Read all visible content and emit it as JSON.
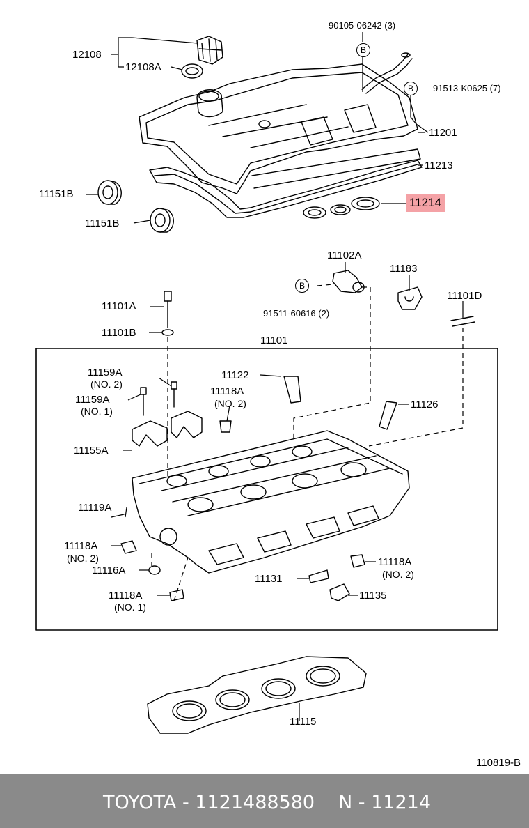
{
  "colors": {
    "highlight": "#f4a2a6",
    "footer_bg": "#8a8a8a",
    "footer_text": "#ffffff"
  },
  "labels": {
    "p90105": "90105-06242 (3)",
    "p12108": "12108",
    "p12108A": "12108A",
    "p91513": "91513-K0625 (7)",
    "p11201": "11201",
    "p11213": "11213",
    "p11214": "11214",
    "p11151B_1": "11151B",
    "p11151B_2": "11151B",
    "p11102A": "11102A",
    "p11183": "11183",
    "p91511": "91511-60616 (2)",
    "p11101A": "11101A",
    "p11101D": "11101D",
    "p11101B": "11101B",
    "p11101": "11101",
    "p11159A_1": "11159A",
    "p11159A_1_sub": "(NO. 2)",
    "p11122": "11122",
    "p11159A_2": "11159A",
    "p11159A_2_sub": "(NO. 1)",
    "p11118A_1": "11118A",
    "p11118A_1_sub": "(NO. 2)",
    "p11126": "11126",
    "p11155A": "11155A",
    "p11119A": "11119A",
    "p11118A_2": "11118A",
    "p11118A_2_sub": "(NO. 2)",
    "p11118A_3": "11118A",
    "p11118A_3_sub": "(NO. 2)",
    "p11116A": "11116A",
    "p11131": "11131",
    "p11135": "11135",
    "p11118A_4": "11118A",
    "p11118A_4_sub": "(NO. 1)",
    "p11115": "11115"
  },
  "bubbles": {
    "b1": "B",
    "b2": "B",
    "b3": "B"
  },
  "ref_code": "110819-B",
  "footer": {
    "part_line": "TOYOTA - 1121488580",
    "ref_line": "N - 11214"
  }
}
